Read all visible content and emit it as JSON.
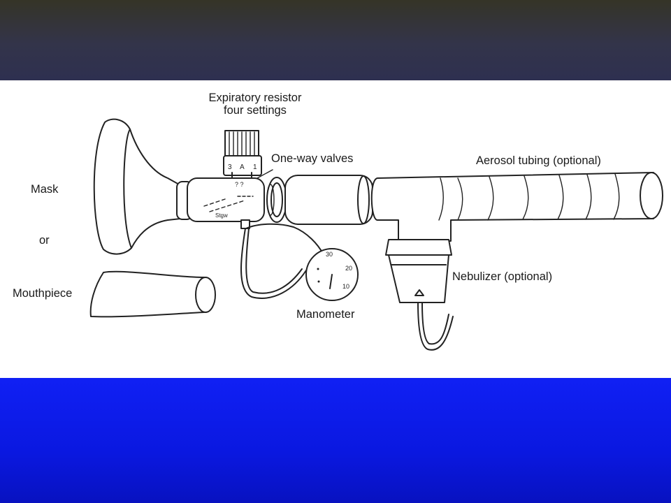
{
  "diagram": {
    "labels": {
      "expiratory_resistor_line1": "Expiratory resistor",
      "expiratory_resistor_line2": "four settings",
      "one_way_valves": "One-way valves",
      "aerosol_tubing": "Aerosol tubing (optional)",
      "mask": "Mask",
      "or": "or",
      "mouthpiece": "Mouthpiece",
      "manometer": "Manometer",
      "nebulizer": "Nebulizer (optional)"
    },
    "resistor_dial_marks": [
      "3",
      "A",
      "1"
    ],
    "manometer_dial_marks": [
      "10",
      "20",
      "30"
    ]
  },
  "colors": {
    "top_band": "#33344a",
    "panel": "#ffffff",
    "bottom_band": "#0a18e0",
    "ink": "#222222"
  }
}
